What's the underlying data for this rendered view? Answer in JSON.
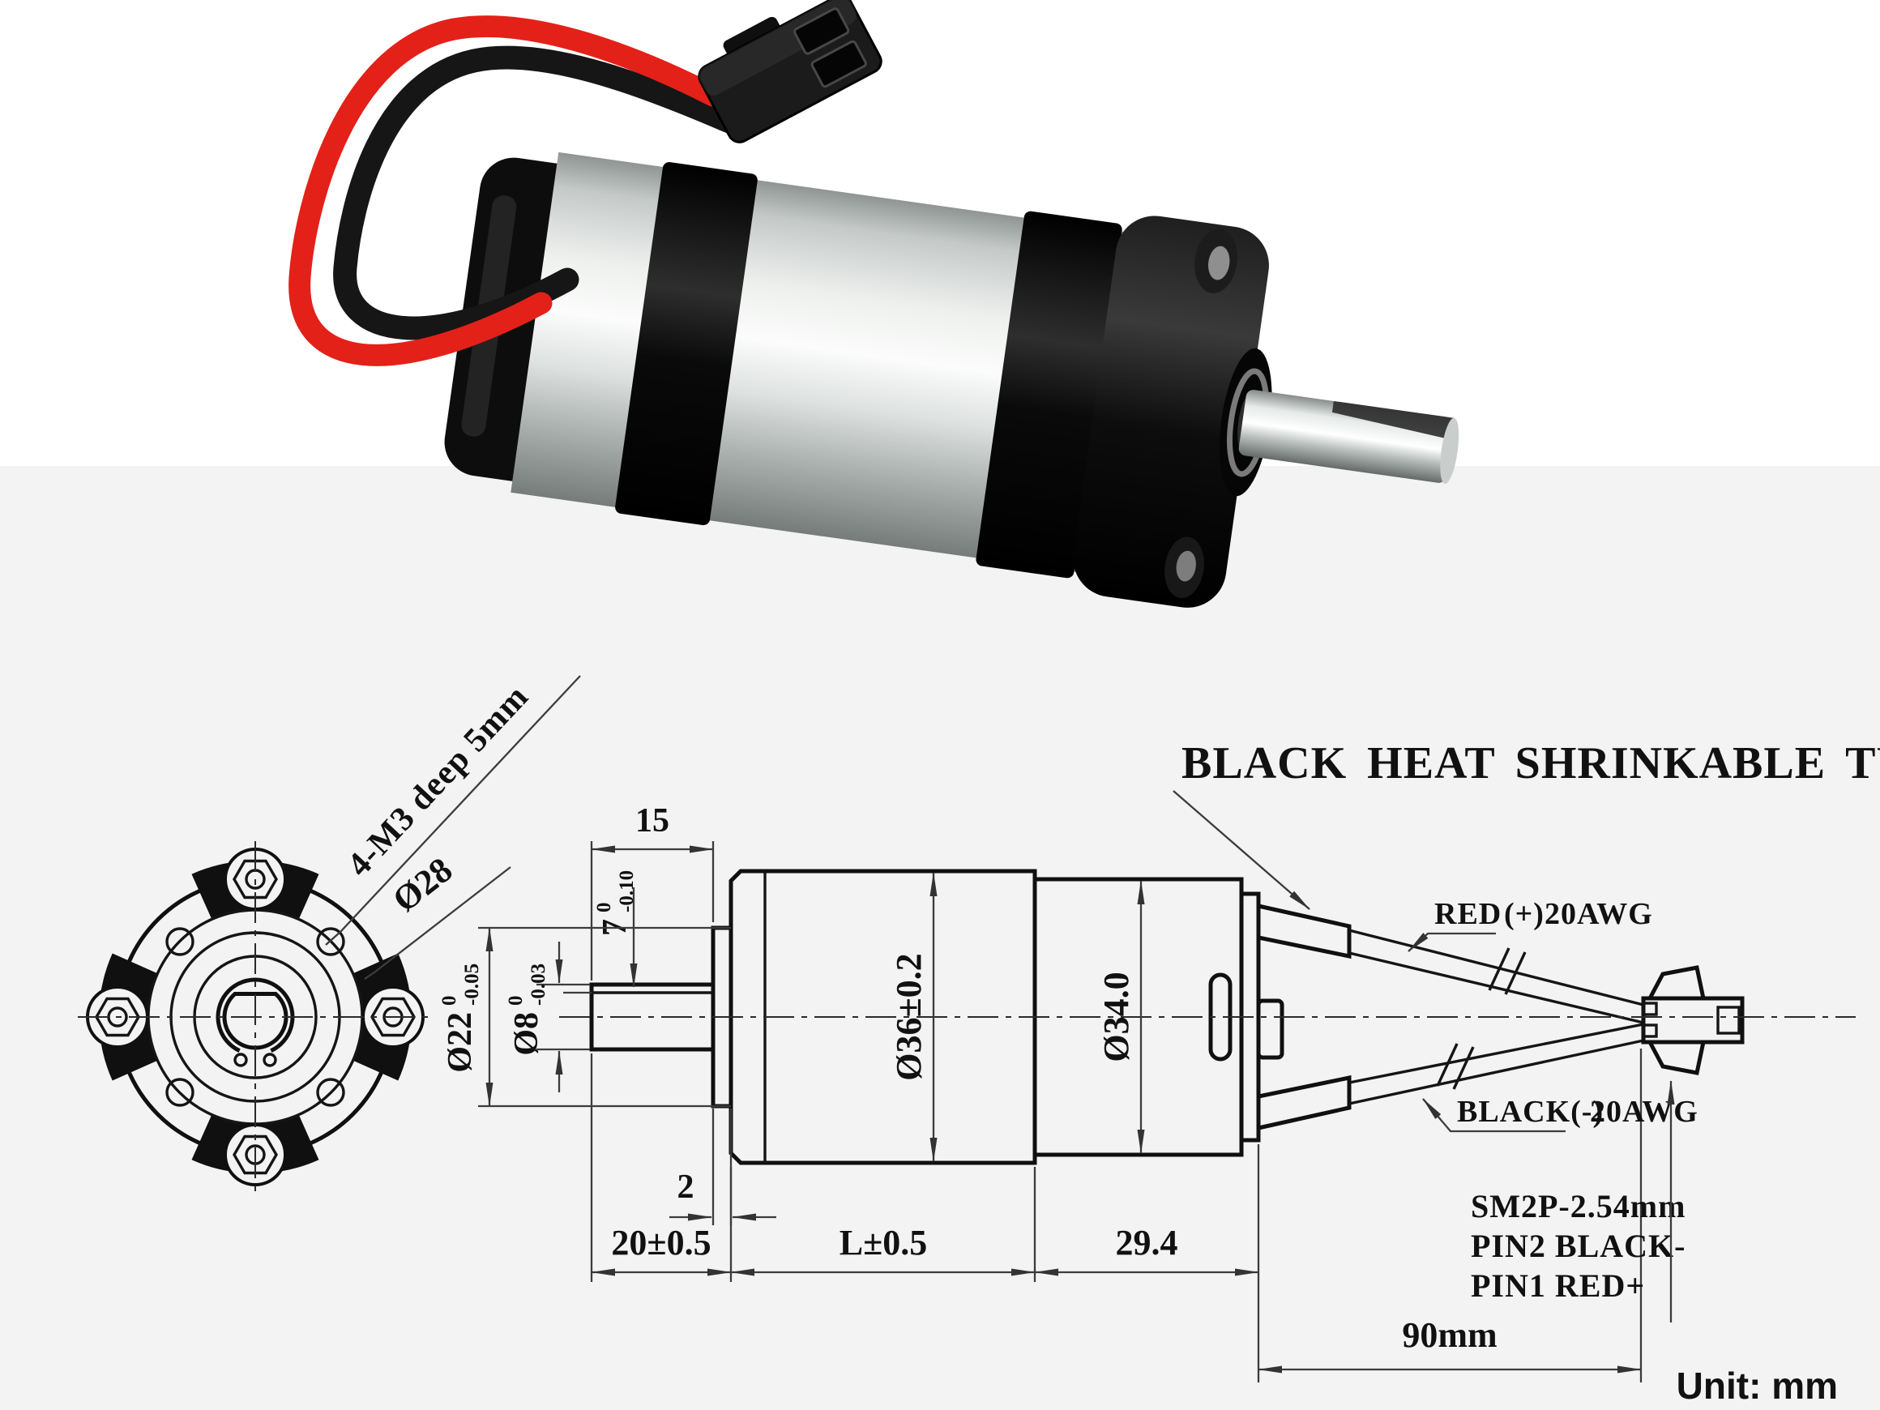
{
  "page": {
    "bg_top": "#ffffff",
    "bg_bottom": "#f2f3f2"
  },
  "photo": {
    "name": "planetary gearbox DC motor product photo",
    "colors": {
      "wire_red": "#e32119",
      "wire_black": "#161616",
      "body_silver": "#d9dddb",
      "flange_black": "#141414"
    }
  },
  "drawing": {
    "annotations": {
      "tubing_note": "BLACK HEAT SHRINKABLE TUBINGS",
      "screw_note": "4-M3 deep 5mm",
      "bolt_circle": "Ø28",
      "red_wire_label": "RED",
      "red_wire_spec": "(+)20AWG",
      "black_wire_label": "BLACK(-)",
      "black_wire_spec": "20AWG",
      "connector_line1": "SM2P-2.54mm",
      "connector_line2": "PIN2 BLACK-",
      "connector_line3": "PIN1 RED+",
      "cable_length": "90mm",
      "unit_note": "Unit: mm"
    },
    "dimensions": {
      "shaft_length": "15",
      "flat_height": {
        "base": "7",
        "upper": "0",
        "lower": "-0.10"
      },
      "pilot_dia": {
        "base": "Ø22",
        "upper": "0",
        "lower": "-0.05"
      },
      "shaft_dia": {
        "base": "Ø8",
        "upper": "0",
        "lower": "-0.03"
      },
      "gearbox_dia": "Ø36±0.2",
      "motor_dia": "Ø34.0",
      "pilot_length": "2",
      "front_length": "20±0.5",
      "gear_length": "L±0.5",
      "motor_length": "29.4"
    }
  }
}
